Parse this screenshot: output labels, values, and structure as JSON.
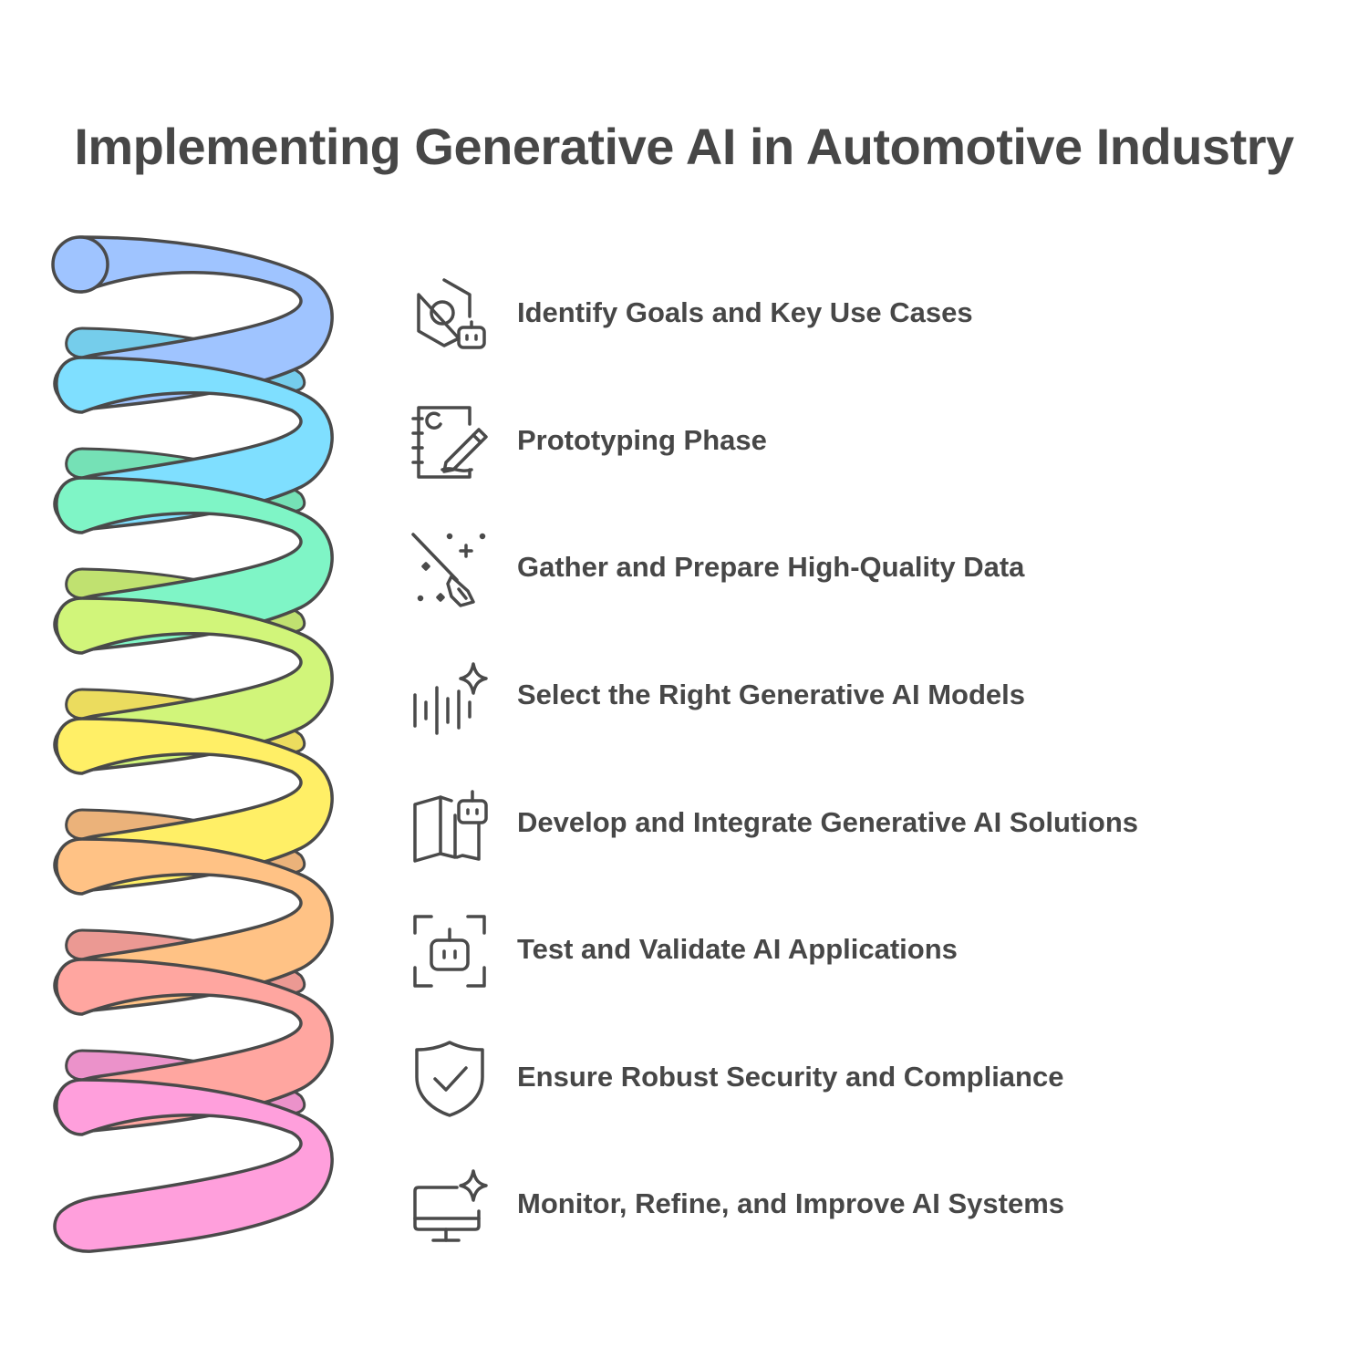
{
  "title": "Implementing Generative AI in Automotive Industry",
  "steps": [
    {
      "label": "Identify Goals and Key Use Cases",
      "icon": "gear-robot-icon",
      "color": "#9fc4ff"
    },
    {
      "label": "Prototyping Phase",
      "icon": "notebook-pen-icon",
      "color": "#7fdfff"
    },
    {
      "label": "Gather and Prepare High-Quality Data",
      "icon": "broom-sparkle-icon",
      "color": "#7ff5c6"
    },
    {
      "label": "Select the Right Generative AI Models",
      "icon": "waveform-sparkle-icon",
      "color": "#d1f57a"
    },
    {
      "label": "Develop and Integrate Generative AI Solutions",
      "icon": "map-robot-icon",
      "color": "#ffef66"
    },
    {
      "label": "Test and Validate AI Applications",
      "icon": "robot-scan-icon",
      "color": "#ffc285"
    },
    {
      "label": "Ensure Robust Security and Compliance",
      "icon": "shield-check-icon",
      "color": "#ffa6a0"
    },
    {
      "label": "Monitor, Refine, and Improve AI Systems",
      "icon": "monitor-sparkle-icon",
      "color": "#ff9fdc"
    }
  ]
}
